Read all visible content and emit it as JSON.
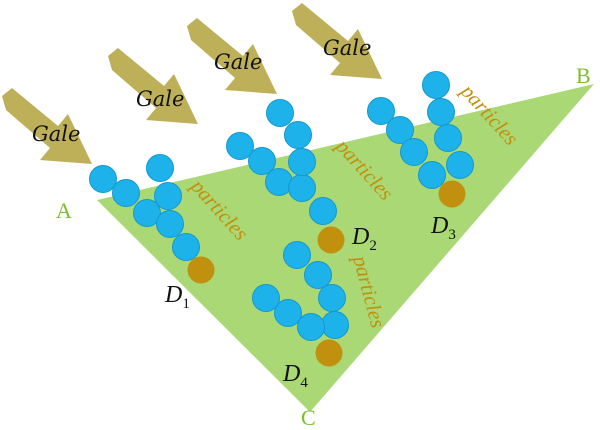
{
  "colors": {
    "triangle": "#a9d874",
    "vertex_label": "#7cbe2e",
    "arrow": "#bdb058",
    "particle": "#1eb2ea",
    "particle_stroke": "#1498cc",
    "deposit": "#c0900e",
    "particles_label": "#c0900e"
  },
  "vertices": {
    "a": "A",
    "b": "B",
    "c": "C"
  },
  "gale_label": "Gale",
  "particles_label": "particles",
  "deposits": [
    {
      "label": "D",
      "sub": "1"
    },
    {
      "label": "D",
      "sub": "2"
    },
    {
      "label": "D",
      "sub": "3"
    },
    {
      "label": "D",
      "sub": "4"
    }
  ]
}
